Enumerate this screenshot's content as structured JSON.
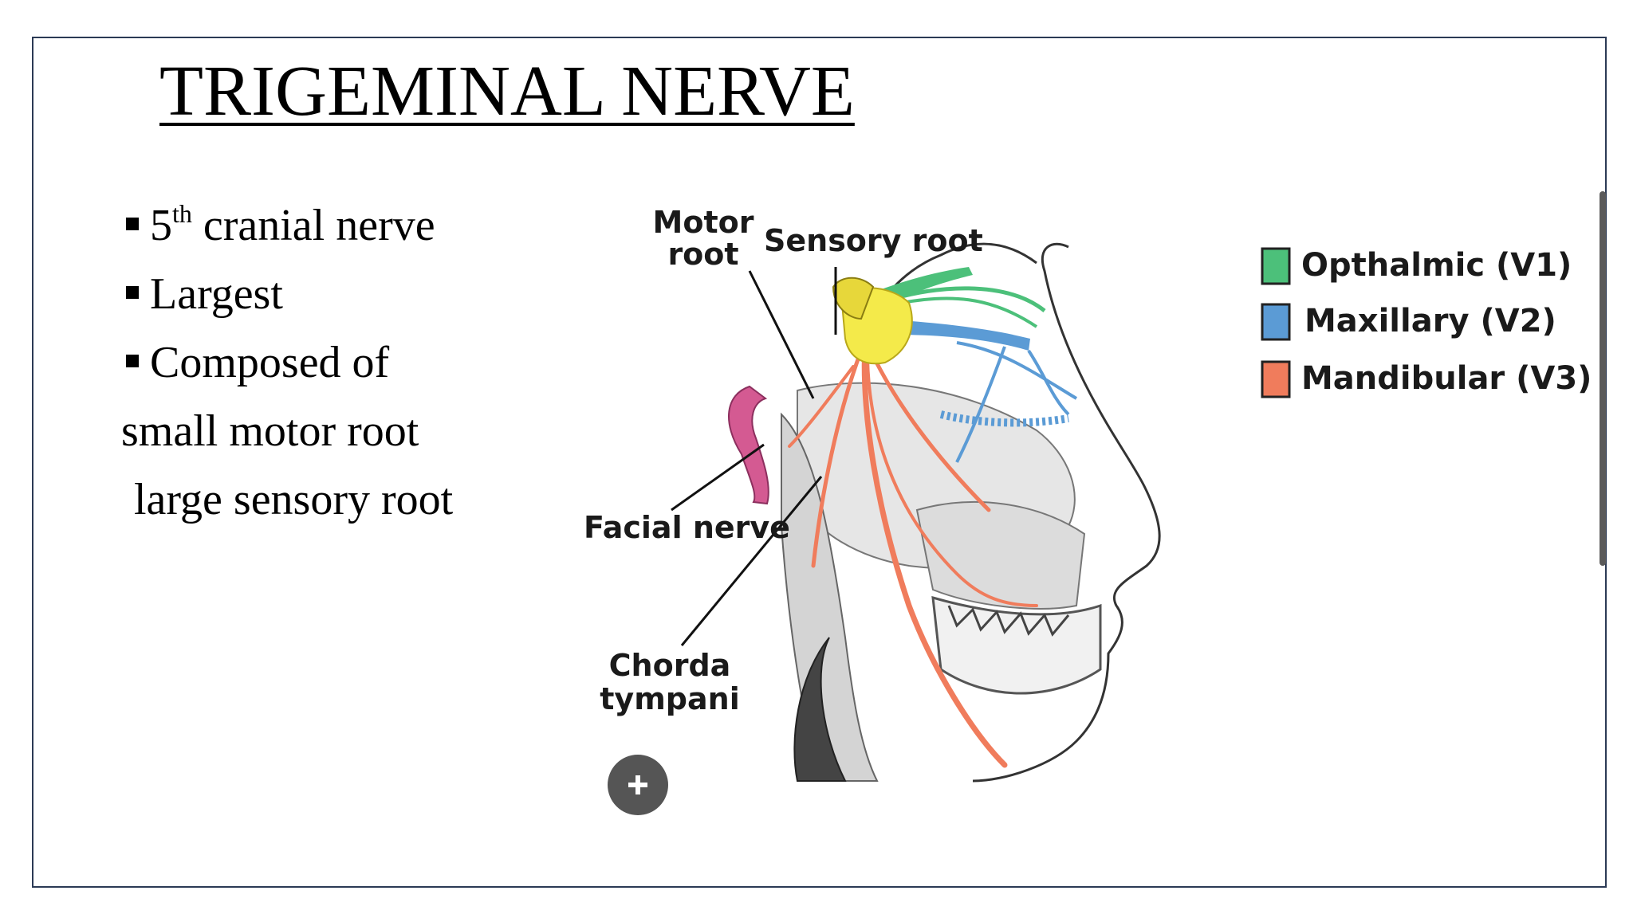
{
  "slide": {
    "title": "TRIGEMINAL NERVE",
    "bullets": [
      {
        "num": "5",
        "sup": "th",
        "text": " cranial nerve"
      },
      {
        "text": "Largest"
      },
      {
        "text": "Composed of"
      }
    ],
    "sublines": [
      "small motor root",
      "large sensory root"
    ]
  },
  "diagram": {
    "labels": {
      "motor_root_1": "Motor",
      "motor_root_2": "root",
      "sensory_root": "Sensory root",
      "facial_nerve": "Facial nerve",
      "chorda_1": "Chorda",
      "chorda_2": "tympani"
    },
    "legend": [
      {
        "label": "Opthalmic (V1)",
        "color": "#4cc07a"
      },
      {
        "label": "Maxillary (V2)",
        "color": "#5b9bd5"
      },
      {
        "label": "Mandibular (V3)",
        "color": "#f07c5c"
      }
    ],
    "colors": {
      "ganglion": "#f4ea4a",
      "v1": "#4cc07a",
      "v2": "#5b9bd5",
      "v3": "#f07c5c",
      "facial": "#d45a92"
    }
  }
}
